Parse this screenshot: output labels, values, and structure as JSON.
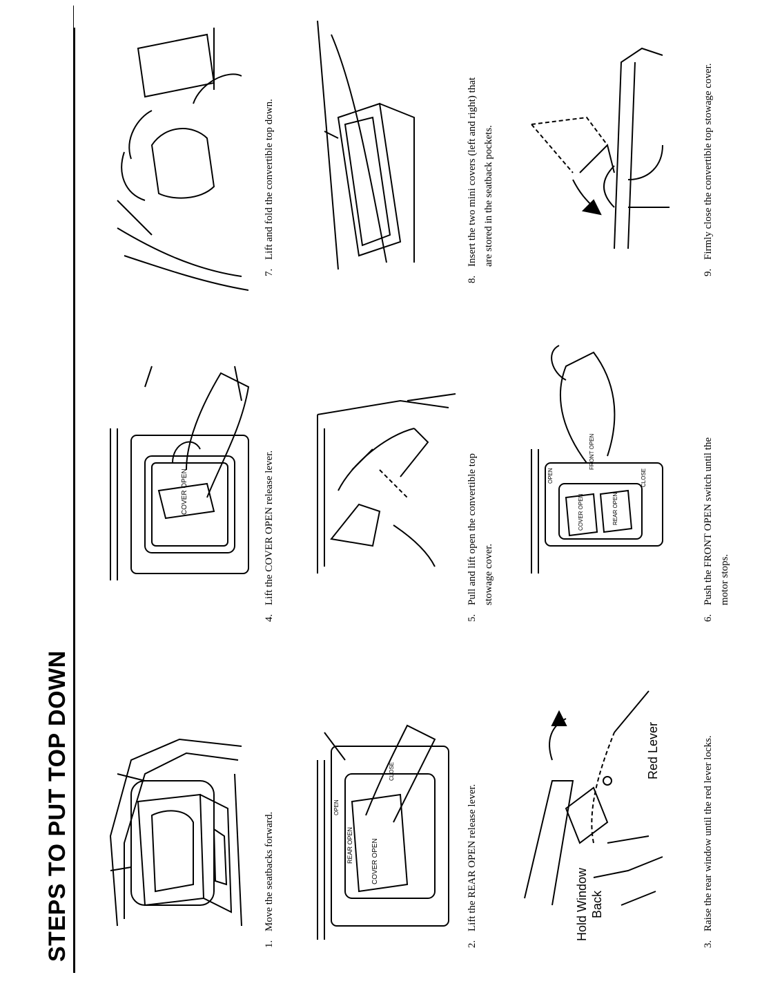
{
  "title": "STEPS TO PUT TOP DOWN",
  "steps": [
    {
      "num": "1.",
      "text": "Move the seatbacks forward."
    },
    {
      "num": "2.",
      "text": "Lift the REAR OPEN release lever."
    },
    {
      "num": "3.",
      "text": "Raise the rear window until the red lever locks."
    },
    {
      "num": "4.",
      "text": "Lift the COVER OPEN release lever."
    },
    {
      "num": "5.",
      "text": "Pull and lift open the convertible top",
      "text2": "stowage cover."
    },
    {
      "num": "6.",
      "text": "Push the FRONT OPEN switch until the",
      "text2": "motor stops."
    },
    {
      "num": "7.",
      "text": "Lift and fold the convertible top down."
    },
    {
      "num": "8.",
      "text": "Insert the two mini covers (left and right) that",
      "text2": "are stored in the seatback pockets."
    },
    {
      "num": "9.",
      "text": "Firmly close the convertible top stowage cover."
    }
  ],
  "labels": {
    "hold_window": "Hold Window",
    "back": "Back",
    "red_lever": "Red Lever",
    "open": "OPEN",
    "close": "CLOSE",
    "cover_open": "COVER OPEN",
    "rear_open": "REAR OPEN",
    "front_open": "FRONT OPEN"
  }
}
